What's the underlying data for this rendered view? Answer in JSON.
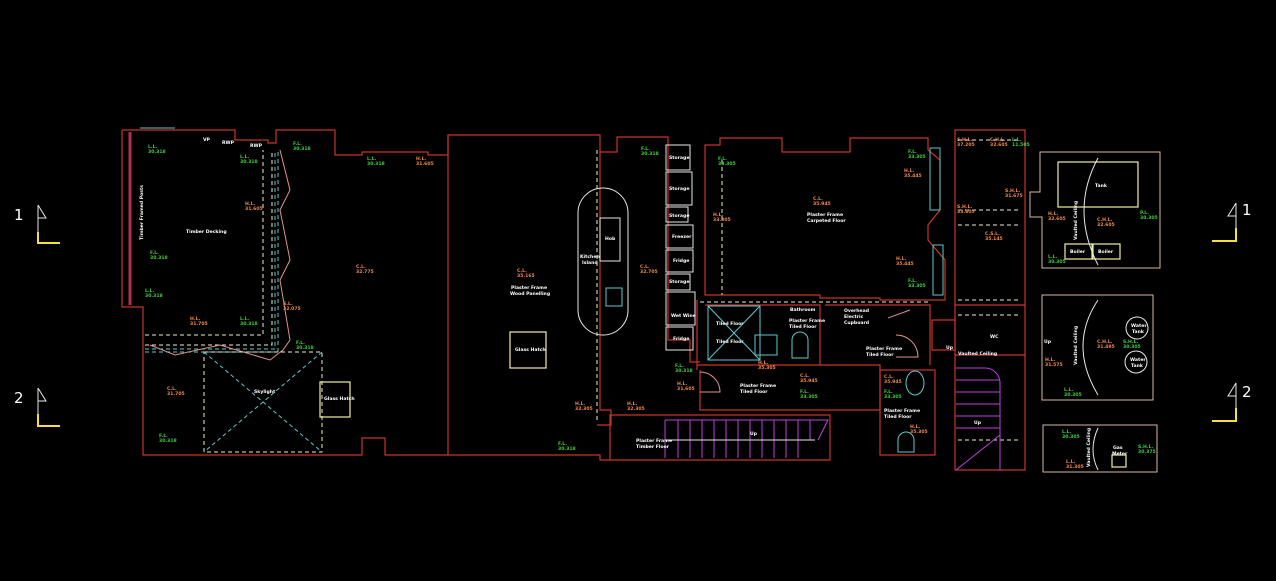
{
  "colors": {
    "background": "#000000",
    "walls": "#c8342c",
    "fixtures": "#5ec8d0",
    "stairs": "#c040e0",
    "floor_level": "#3ccf3c",
    "ceiling_level": "#f08a48",
    "section_marker": "#f4e040"
  },
  "sections": {
    "left_top": "1",
    "left_bottom": "2",
    "right_top": "1",
    "right_bottom": "2"
  },
  "rooms": {
    "timber_decking": "Timber Decking",
    "timber_posts": "Timber Framed Posts",
    "skylight": "Skylight",
    "glass_hatch_1": "Glass Hatch",
    "glass_hatch_2": "Glass Hatch",
    "hall_1": "Plaster Frame",
    "hall_2": "Wood Panelling",
    "island_1": "Kitchen",
    "island_2": "Island",
    "hob": "Hob",
    "storage_1": "Storage",
    "storage_2": "Storage",
    "storage_3": "Storage",
    "freezer": "Freezer",
    "fridge_1": "Fridge",
    "storage_4": "Storage",
    "wet_wine": "Wet Wine",
    "fridge_2": "Fridge",
    "bedroom_1": "Plaster Frame",
    "bedroom_2": "Carpeted Floor",
    "tiled_1": "Tiled Floor",
    "tiled_2": "Tiled Floor",
    "bath_title": "Bathroom",
    "bath_1": "Plaster Frame",
    "bath_2": "Tiled Floor",
    "cupboard_1": "Overhead",
    "cupboard_2": "Electric",
    "cupboard_3": "Cupboard",
    "landing_a1": "Plaster Frame",
    "landing_a2": "Tiled Floor",
    "landing_b1": "Plaster Frame",
    "landing_b2": "Tiled Floor",
    "shower_1": "Plaster Frame",
    "shower_2": "Tiled Floor",
    "stair_1": "Plaster Frame",
    "stair_2": "Timber Floor",
    "up_1": "Up",
    "up_2": "Up",
    "up_3": "Up",
    "up_4": "Up",
    "vp": "VP",
    "rwp_1": "RWP",
    "rwp_2": "RWP",
    "vaulted_1": "Vaulted Ceiling",
    "vaulted_2": "Vaulted Ceiling",
    "vaulted_3": "Vaulted Ceiling",
    "vaulted_4": "Vaulted Ceiling",
    "tank": "Tank",
    "boiler_1": "Boiler",
    "boiler_2": "Boiler",
    "water_tank_1a": "Water",
    "water_tank_1b": "Tank",
    "water_tank_2a": "Water",
    "water_tank_2b": "Tank",
    "gas_1": "Gas",
    "gas_2": "Meter",
    "wc": "WC"
  },
  "levels": [
    {
      "k": "L.L.",
      "v": "30.318"
    },
    {
      "k": "L.L.",
      "v": "30.318"
    },
    {
      "k": "H.L.",
      "v": "31.605"
    },
    {
      "k": "F.L.",
      "v": "30.318"
    },
    {
      "k": "L.L.",
      "v": "30.318"
    },
    {
      "k": "H.L.",
      "v": "31.705"
    },
    {
      "k": "L.L.",
      "v": "30.318"
    },
    {
      "k": "F.L.",
      "v": "30.318"
    },
    {
      "k": "L.L.",
      "v": "30.318"
    },
    {
      "k": "H.L.",
      "v": "31.605"
    },
    {
      "k": "C.L.",
      "v": "32.775"
    },
    {
      "k": "S.L.",
      "v": "32.075"
    },
    {
      "k": "F.L.",
      "v": "30.318"
    },
    {
      "k": "C.L.",
      "v": "31.705"
    },
    {
      "k": "F.L.",
      "v": "30.318"
    },
    {
      "k": "C.L.",
      "v": "35.165"
    },
    {
      "k": "F.L.",
      "v": "30.318"
    },
    {
      "k": "C.L.",
      "v": "32.705"
    },
    {
      "k": "F.L.",
      "v": "30.318"
    },
    {
      "k": "H.L.",
      "v": "31.605"
    },
    {
      "k": "H.L.",
      "v": "32.305"
    },
    {
      "k": "H.L.",
      "v": "32.305"
    },
    {
      "k": "F.L.",
      "v": "30.318"
    },
    {
      "k": "F.L.",
      "v": "33.305"
    },
    {
      "k": "H.L.",
      "v": "33.305"
    },
    {
      "k": "C.L.",
      "v": "35.945"
    },
    {
      "k": "F.L.",
      "v": "33.305"
    },
    {
      "k": "H.L.",
      "v": "35.445"
    },
    {
      "k": "H.L.",
      "v": "35.445"
    },
    {
      "k": "F.L.",
      "v": "33.305"
    },
    {
      "k": "H.L.",
      "v": "35.305"
    },
    {
      "k": "C.L.",
      "v": "35.945"
    },
    {
      "k": "F.L.",
      "v": "33.305"
    },
    {
      "k": "C.L.",
      "v": "35.945"
    },
    {
      "k": "F.L.",
      "v": "33.305"
    },
    {
      "k": "H.L.",
      "v": "35.305"
    },
    {
      "k": "S.H.L.",
      "v": "37.205"
    },
    {
      "k": "C.H.L.",
      "v": "32.605"
    },
    {
      "k": "L.L.",
      "v": "11.505"
    },
    {
      "k": "S.H.L.",
      "v": "33.605"
    },
    {
      "k": "C.S.L.",
      "v": "35.145"
    },
    {
      "k": "S.H.L.",
      "v": "31.675"
    },
    {
      "k": "H.L.",
      "v": "32.605"
    },
    {
      "k": "C.H.L.",
      "v": "32.605"
    },
    {
      "k": "P.L.",
      "v": "30.305"
    },
    {
      "k": "L.L.",
      "v": "30.305"
    },
    {
      "k": "C.H.L.",
      "v": "31.495"
    },
    {
      "k": "S.H.L.",
      "v": "30.305"
    },
    {
      "k": "H.L.",
      "v": "31.575"
    },
    {
      "k": "L.L.",
      "v": "30.305"
    },
    {
      "k": "L.L.",
      "v": "30.305"
    },
    {
      "k": "L.L.",
      "v": "31.305"
    },
    {
      "k": "S.H.L.",
      "v": "30.375"
    }
  ]
}
